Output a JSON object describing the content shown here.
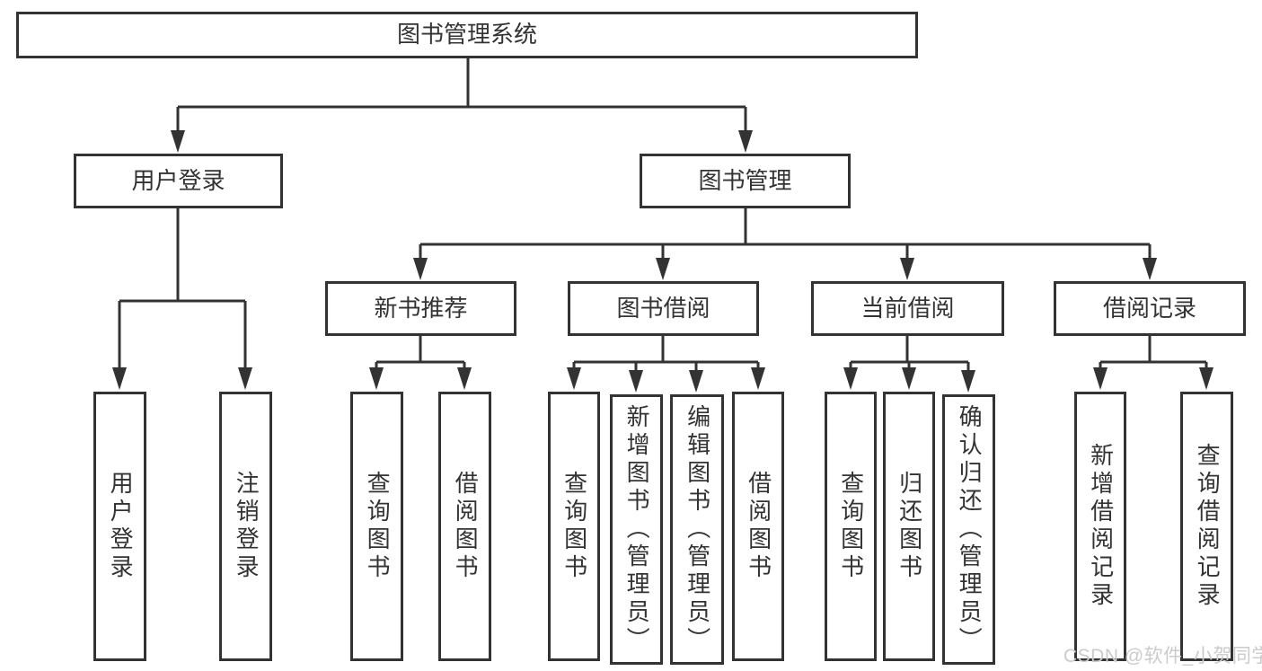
{
  "diagram": {
    "root": {
      "label": "图书管理系统"
    },
    "branches": [
      {
        "label": "用户登录",
        "children": [
          {
            "label": "用户登录"
          },
          {
            "label": "注销登录"
          }
        ]
      },
      {
        "label": "图书管理",
        "children": [
          {
            "label": "新书推荐",
            "children": [
              {
                "label": "查询图书"
              },
              {
                "label": "借阅图书"
              }
            ]
          },
          {
            "label": "图书借阅",
            "children": [
              {
                "label": "查询图书"
              },
              {
                "label": "新增图书（管理员）"
              },
              {
                "label": "编辑图书（管理员）"
              },
              {
                "label": "借阅图书"
              }
            ]
          },
          {
            "label": "当前借阅",
            "children": [
              {
                "label": "查询图书"
              },
              {
                "label": "归还图书"
              },
              {
                "label": "确认归还（管理员）"
              }
            ]
          },
          {
            "label": "借阅记录",
            "children": [
              {
                "label": "新增借阅记录"
              },
              {
                "label": "查询借阅记录"
              }
            ]
          }
        ]
      }
    ]
  },
  "watermark": {
    "text": "CSDN @软件_小贺同学",
    "color": "#cbcbcb"
  },
  "colors": {
    "line": "#333333",
    "box_border": "#333333",
    "box_background": "#ffffff",
    "text": "#333333",
    "page_background": "#ffffff"
  }
}
